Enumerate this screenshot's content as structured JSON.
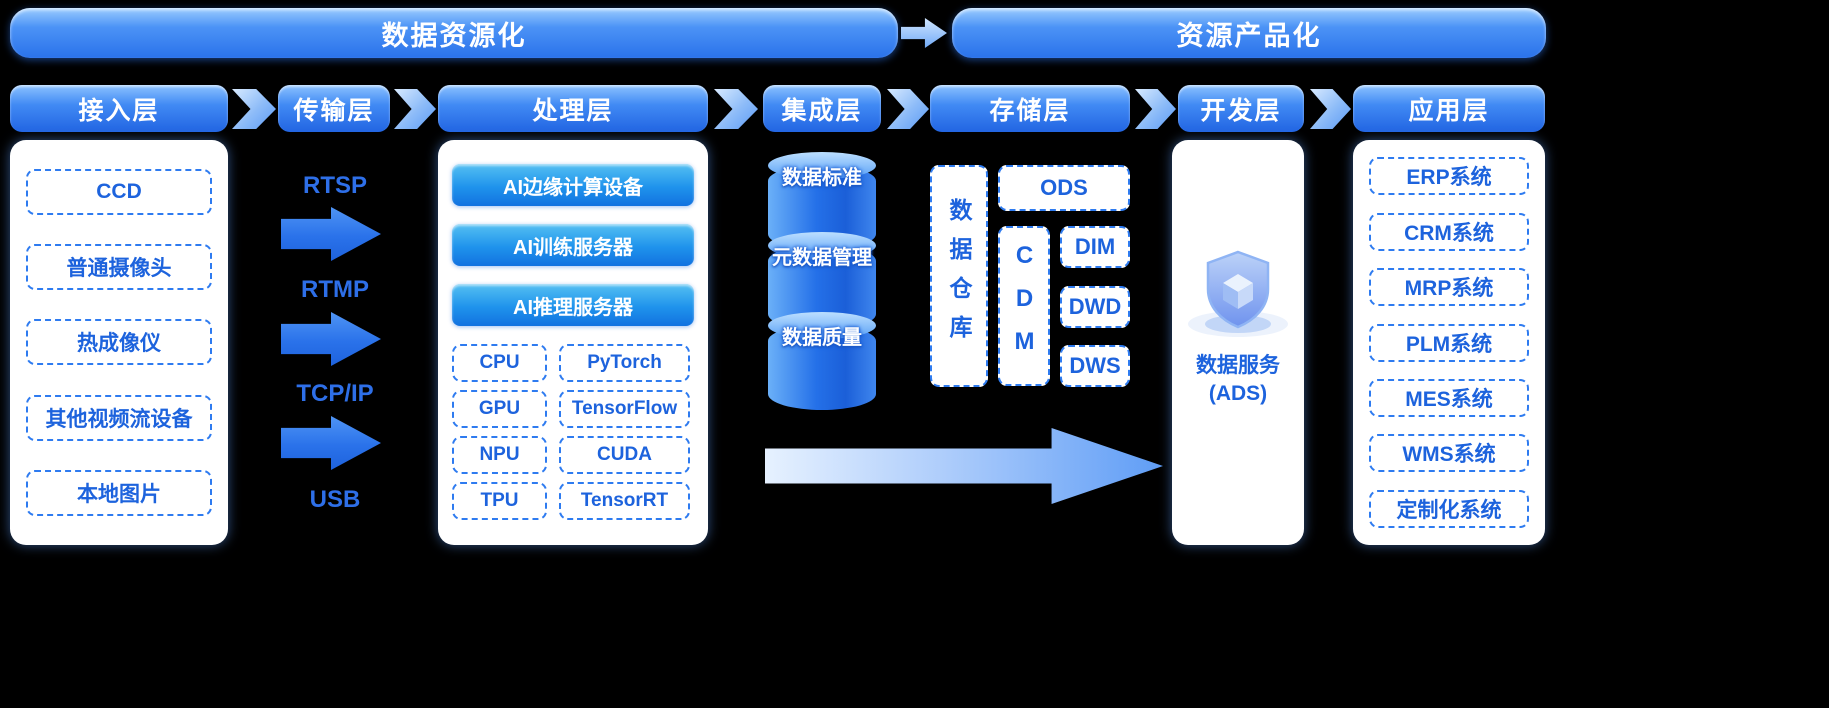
{
  "banners": {
    "left": "数据资源化",
    "right": "资源产品化"
  },
  "columns": {
    "access": {
      "header": "接入层",
      "items": [
        "CCD",
        "普通摄像头",
        "热成像仪",
        "其他视频流设备",
        "本地图片"
      ]
    },
    "transport": {
      "header": "传输层",
      "protocols": [
        "RTSP",
        "RTMP",
        "TCP/IP",
        "USB"
      ]
    },
    "processing": {
      "header": "处理层",
      "servers": [
        "AI边缘计算设备",
        "AI训练服务器",
        "AI推理服务器"
      ],
      "chips": [
        "CPU",
        "GPU",
        "NPU",
        "TPU"
      ],
      "frameworks": [
        "PyTorch",
        "TensorFlow",
        "CUDA",
        "TensorRT"
      ]
    },
    "integration": {
      "header": "集成层",
      "cylinders": [
        "数据标准",
        "元数据管理",
        "数据质量"
      ]
    },
    "storage": {
      "header": "存储层",
      "warehouse": "数据仓库",
      "ods": "ODS",
      "cdm": "CDM",
      "layers": [
        "DIM",
        "DWD",
        "DWS"
      ]
    },
    "development": {
      "header": "开发层",
      "service_line1": "数据服务",
      "service_line2": "(ADS)"
    },
    "application": {
      "header": "应用层",
      "items": [
        "ERP系统",
        "CRM系统",
        "MRP系统",
        "PLM系统",
        "MES系统",
        "WMS系统",
        "定制化系统"
      ]
    }
  },
  "colors": {
    "background": "#000000",
    "accent_blue": "#2e7bf0",
    "deep_blue": "#1d63dd",
    "light_blue": "#8fc4ff",
    "cyan_blue": "#1f93ec",
    "panel_white": "#ffffff"
  }
}
